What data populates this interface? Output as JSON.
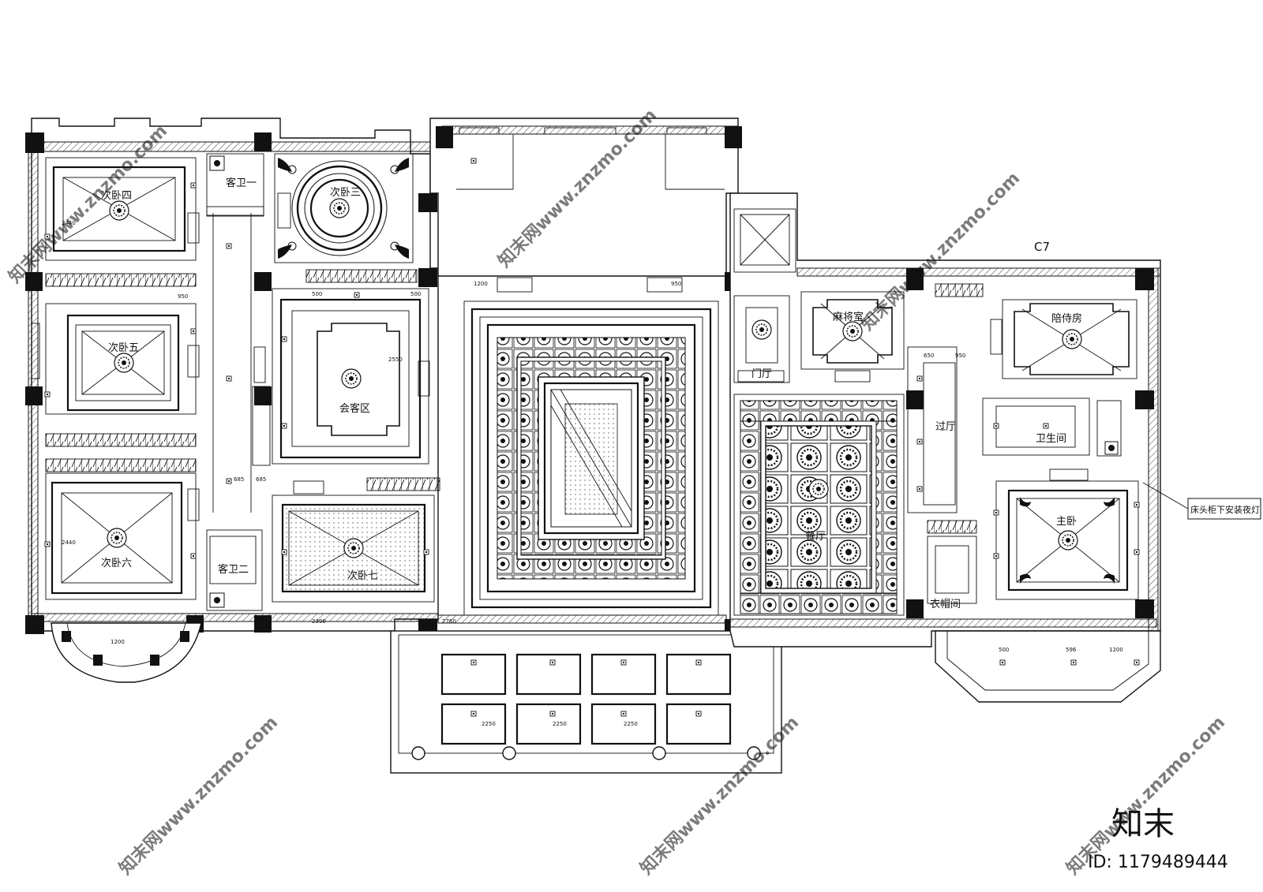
{
  "rooms": {
    "ciwo4": "次卧四",
    "ciwo3": "次卧三",
    "ciwo5": "次卧五",
    "ciwo6": "次卧六",
    "ciwo7": "次卧七",
    "kewei1": "客卫一",
    "kewei2": "客卫二",
    "huikequ": "会客区",
    "majiangshi": "麻将室",
    "peishifang": "陪侍房",
    "menting": "门厅",
    "guoting": "过厅",
    "weishengjian": "卫生间",
    "zhuwo": "主卧",
    "yimaojian": "衣帽间",
    "canting": "餐厅"
  },
  "tags": {
    "c7": "C7",
    "note": "床头柜下安装夜灯"
  },
  "dimensions": [
    "1200",
    "1200",
    "950",
    "950",
    "500",
    "500",
    "2440",
    "2440",
    "2760",
    "2390",
    "2250",
    "2250",
    "2250",
    "500",
    "596",
    "1200",
    "685",
    "685",
    "650",
    "950",
    "2550"
  ],
  "watermark": {
    "text": "知末网www.znzmo.com",
    "brand": "知末",
    "id": "ID: 1179489444"
  },
  "colors": {
    "line": "#111111",
    "background": "#ffffff",
    "watermark": "#cfcfcf"
  }
}
